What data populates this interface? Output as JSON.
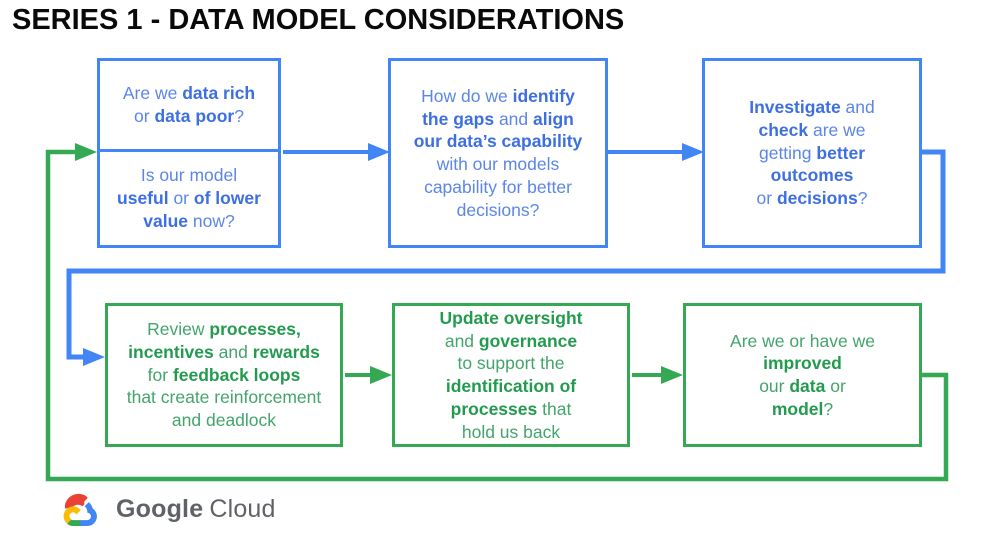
{
  "title": "SERIES 1 - DATA MODEL CONSIDERATIONS",
  "palette": {
    "blue_border": "#4285F4",
    "blue_text": "#5B86E8",
    "blue_text_bold": "#3D6FE2",
    "green_border": "#34A853",
    "green_text": "#43A46C",
    "green_text_bold": "#239B4F",
    "title_color": "#0A0A0A",
    "logo_text_color": "#5F6368",
    "logo_icon_colors": [
      "#EA4335",
      "#4285F4",
      "#34A853",
      "#FBBC05"
    ]
  },
  "boxes": [
    {
      "id": "data-rich-poor",
      "row": "top",
      "lines": [
        [
          {
            "t": "Are we "
          },
          {
            "t": "data rich",
            "b": true
          }
        ],
        [
          {
            "t": "or "
          },
          {
            "t": "data poor",
            "b": true
          },
          {
            "t": "?"
          }
        ]
      ]
    },
    {
      "id": "model-useful",
      "row": "top",
      "lines": [
        [
          {
            "t": "Is our model"
          }
        ],
        [
          {
            "t": "useful",
            "b": true
          },
          {
            "t": " or "
          },
          {
            "t": "of lower",
            "b": true
          }
        ],
        [
          {
            "t": "value",
            "b": true
          },
          {
            "t": " now?"
          }
        ]
      ]
    },
    {
      "id": "identify-gaps",
      "row": "top",
      "lines": [
        [
          {
            "t": "How do we "
          },
          {
            "t": "identify",
            "b": true
          }
        ],
        [
          {
            "t": "the gaps",
            "b": true
          },
          {
            "t": " and "
          },
          {
            "t": "align",
            "b": true
          }
        ],
        [
          {
            "t": "our data’s capability",
            "b": true
          }
        ],
        [
          {
            "t": "with our models"
          }
        ],
        [
          {
            "t": "capability for better"
          }
        ],
        [
          {
            "t": "decisions?"
          }
        ]
      ]
    },
    {
      "id": "investigate-check",
      "row": "top",
      "lines": [
        [
          {
            "t": "Investigate",
            "b": true
          },
          {
            "t": " and"
          }
        ],
        [
          {
            "t": "check",
            "b": true
          },
          {
            "t": " are we"
          }
        ],
        [
          {
            "t": "getting "
          },
          {
            "t": "better",
            "b": true
          }
        ],
        [
          {
            "t": "outcomes",
            "b": true
          }
        ],
        [
          {
            "t": "or "
          },
          {
            "t": "decisions",
            "b": true
          },
          {
            "t": "?"
          }
        ]
      ]
    },
    {
      "id": "review-processes",
      "row": "bottom",
      "lines": [
        [
          {
            "t": "Review "
          },
          {
            "t": "processes,",
            "b": true
          }
        ],
        [
          {
            "t": "incentives",
            "b": true
          },
          {
            "t": " and "
          },
          {
            "t": "rewards",
            "b": true
          }
        ],
        [
          {
            "t": "for "
          },
          {
            "t": "feedback loops",
            "b": true
          }
        ],
        [
          {
            "t": "that create reinforcement"
          }
        ],
        [
          {
            "t": "and deadlock"
          }
        ]
      ]
    },
    {
      "id": "update-oversight",
      "row": "bottom",
      "lines": [
        [
          {
            "t": "Update oversight",
            "b": true
          }
        ],
        [
          {
            "t": "and "
          },
          {
            "t": "governance",
            "b": true
          }
        ],
        [
          {
            "t": "to support the"
          }
        ],
        [
          {
            "t": "identification of",
            "b": true
          }
        ],
        [
          {
            "t": "processes",
            "b": true
          },
          {
            "t": " that"
          }
        ],
        [
          {
            "t": "hold us back"
          }
        ]
      ]
    },
    {
      "id": "improved-data-model",
      "row": "bottom",
      "lines": [
        [
          {
            "t": "Are we or have we"
          }
        ],
        [
          {
            "t": "improved",
            "b": true
          }
        ],
        [
          {
            "t": "our "
          },
          {
            "t": "data",
            "b": true
          },
          {
            "t": " or"
          }
        ],
        [
          {
            "t": "model",
            "b": true
          },
          {
            "t": "?"
          }
        ]
      ]
    }
  ],
  "logo": {
    "brand": "Google",
    "product": "Cloud"
  }
}
